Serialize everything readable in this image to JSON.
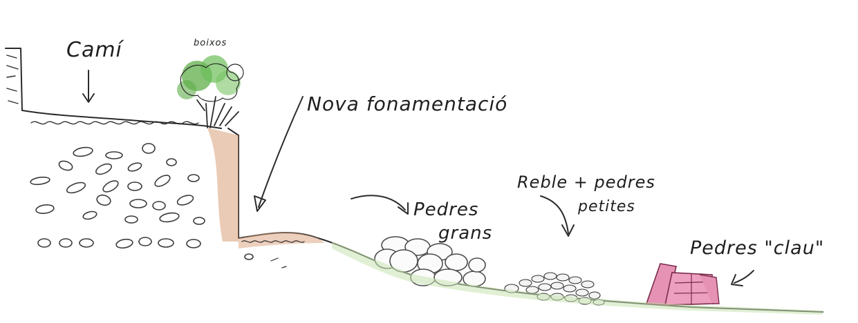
{
  "labels": {
    "path": "Camí",
    "bushes": "boixos",
    "foundation": "Nova fonamentació",
    "big_stones": "Pedres",
    "big_stones_2": "grans",
    "rubble": "Reble + pedres",
    "rubble_2": "petites",
    "key_stones": "Pedres \"clau\""
  },
  "colors": {
    "ink": "#2a2a2a",
    "soil": "#d9a07a",
    "grass": "#c9e3b0",
    "foliage": "#5fae4a",
    "key_stone": "#e592b4"
  }
}
